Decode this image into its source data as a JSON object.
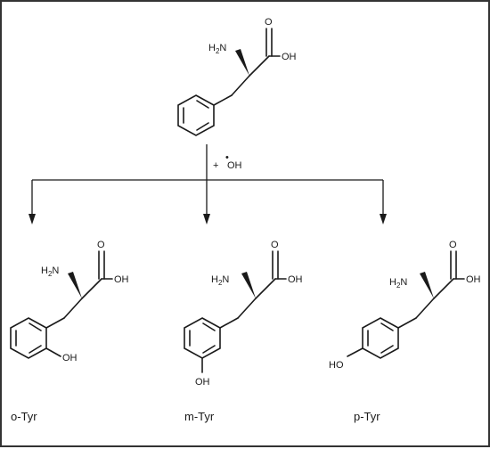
{
  "reaction": {
    "reagent_plus": "+",
    "reagent_dot": "•",
    "reagent": "OH"
  },
  "atoms": {
    "amine_h": "H",
    "amine_sub": "2",
    "amine_n": "N",
    "acid_oh": "OH",
    "carbonyl_o": "O",
    "phenol_oh": "OH",
    "phenol_ho": "HO"
  },
  "products": [
    {
      "id": "o-tyr",
      "name": "o-Tyr"
    },
    {
      "id": "m-tyr",
      "name": "m-Tyr"
    },
    {
      "id": "p-tyr",
      "name": "p-Tyr"
    }
  ]
}
